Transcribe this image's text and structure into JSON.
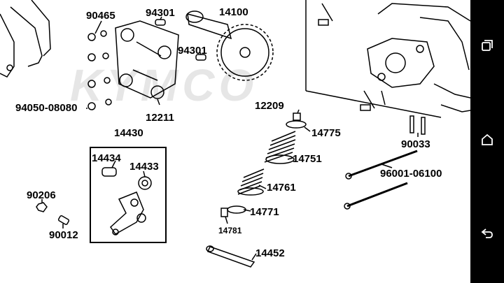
{
  "diagram": {
    "watermark": "KYMCO",
    "parts": {
      "p90465": "90465",
      "p94301_a": "94301",
      "p14100": "14100",
      "p94301_b": "94301",
      "p94050": "94050-08080",
      "p12211": "12211",
      "p12209": "12209",
      "p14775": "14775",
      "p14430": "14430",
      "p14434": "14434",
      "p14433": "14433",
      "p14751": "14751",
      "p90033": "90033",
      "p96001": "96001-06100",
      "p14761": "14761",
      "p90206": "90206",
      "p14771": "14771",
      "p90012": "90012",
      "p14781": "14781",
      "p14452": "14452"
    }
  },
  "navbar": {
    "recents_icon": "recents-icon",
    "home_icon": "home-icon",
    "back_icon": "back-icon"
  }
}
